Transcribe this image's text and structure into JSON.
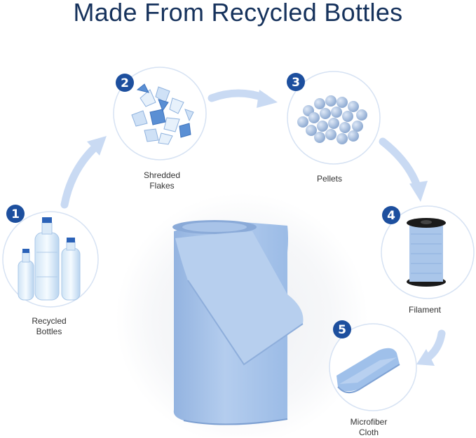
{
  "title": "Made From Recycled Bottles",
  "colors": {
    "heading": "#16325c",
    "badge": "#1d4f9e",
    "arrow": "#c9daf3",
    "circle_border": "#d6e2f3",
    "towel": "#a9c5ea"
  },
  "steps": [
    {
      "number": "1",
      "label_line1": "Recycled",
      "label_line2": "Bottles",
      "icon": "plastic-bottles-icon"
    },
    {
      "number": "2",
      "label_line1": "Shredded",
      "label_line2": "Flakes",
      "icon": "plastic-flakes-icon"
    },
    {
      "number": "3",
      "label_line1": "Pellets",
      "label_line2": "",
      "icon": "plastic-pellets-icon"
    },
    {
      "number": "4",
      "label_line1": "Filament",
      "label_line2": "",
      "icon": "filament-spool-icon"
    },
    {
      "number": "5",
      "label_line1": "Microfiber",
      "label_line2": "Cloth",
      "icon": "folded-towel-icon"
    }
  ]
}
